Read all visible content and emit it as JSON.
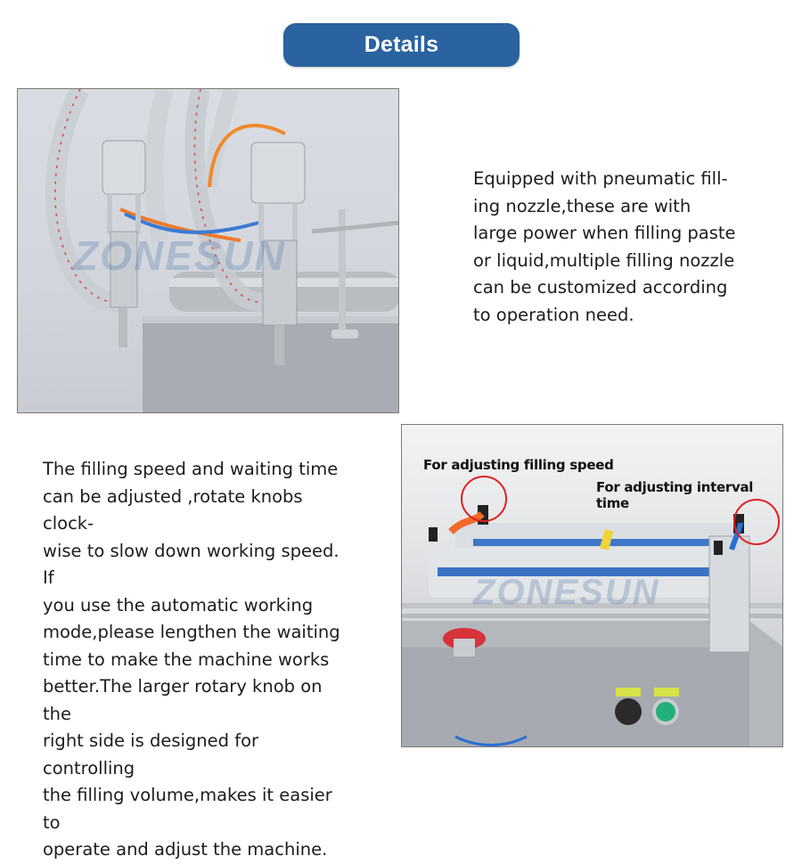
{
  "header": {
    "title": "Details",
    "color": "#2a63a0"
  },
  "section1": {
    "image": {
      "alt": "Pneumatic filling nozzles with hoses",
      "watermark": "ZONESUN"
    },
    "description": "Equipped with pneumatic fill-\ning nozzle,these are with\nlarge power when filling paste\nor liquid,multiple filling nozzle\ncan be customized according\nto operation need."
  },
  "section2": {
    "description": "The filling speed and waiting time\ncan be adjusted ,rotate knobs clock-\nwise to slow down working speed. If\nyou use the automatic working\nmode,please lengthen the waiting\ntime to make the machine works\nbetter.The larger rotary knob on the\nright side is designed for controlling\nthe filling volume,makes it easier to\noperate and adjust the machine.",
    "image": {
      "alt": "Pneumatic cylinder with speed adjustment valves",
      "watermark": "ZONESUN",
      "annotations": [
        {
          "label": "For adjusting filling speed"
        },
        {
          "label": "For adjusting interval time"
        }
      ],
      "annotation_color": "#e02020"
    }
  }
}
